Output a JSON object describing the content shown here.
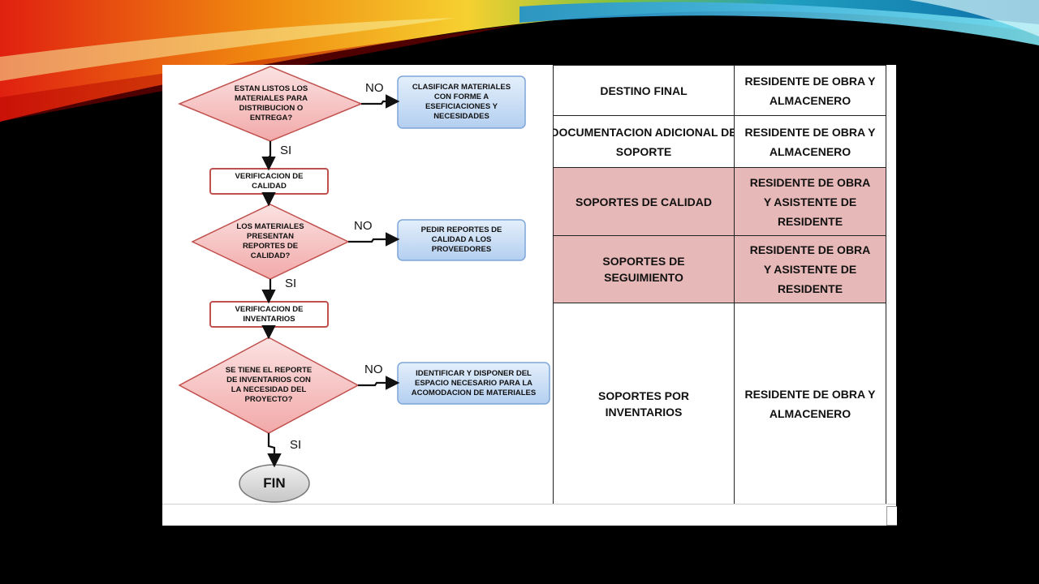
{
  "flowchart": {
    "decisions": [
      "ESTAN LISTOS LOS MATERIALES PARA DISTRIBUCION O ENTREGA?",
      "LOS MATERIALES PRESENTAN REPORTES DE CALIDAD?",
      "SE TIENE EL REPORTE DE INVENTARIOS CON LA NECESIDAD DEL PROYECTO?"
    ],
    "processes": [
      "VERIFICACION DE CALIDAD",
      "VERIFICACION DE INVENTARIOS"
    ],
    "no_actions": [
      "CLASIFICAR MATERIALES CON FORME A ESEFICIACIONES Y NECESIDADES",
      "PEDIR REPORTES DE CALIDAD A LOS PROVEEDORES",
      "IDENTIFICAR Y DISPONER DEL ESPACIO NECESARIO PARA LA ACOMODACION DE MATERIALES"
    ],
    "labels": {
      "no": "NO",
      "yes": "SI"
    },
    "terminal": "FIN"
  },
  "table": {
    "rows": [
      {
        "document": "DESTINO FINAL",
        "responsible": "RESIDENTE DE OBRA Y ALMACENERO",
        "highlight": false
      },
      {
        "document": "DOCUMENTACION ADICIONAL DE SOPORTE",
        "responsible": "RESIDENTE DE OBRA Y ALMACENERO",
        "highlight": false
      },
      {
        "document": "SOPORTES DE CALIDAD",
        "responsible": "RESIDENTE DE OBRA Y ASISTENTE DE RESIDENTE",
        "highlight": true
      },
      {
        "document": "SOPORTES DE SEGUIMIENTO",
        "responsible": "RESIDENTE DE OBRA Y ASISTENTE DE RESIDENTE",
        "highlight": true
      },
      {
        "document": "SOPORTES POR INVENTARIOS",
        "responsible": "RESIDENTE DE OBRA Y ALMACENERO",
        "highlight": false
      }
    ]
  },
  "colors": {
    "decision_fill": "#f4b6b6",
    "decision_stroke": "#c0504d",
    "action_fill": "#c6dcf5",
    "action_stroke": "#7ea6d8",
    "highlight_row": "#e6b8b7",
    "terminal_fill": "#d9d9d9"
  }
}
